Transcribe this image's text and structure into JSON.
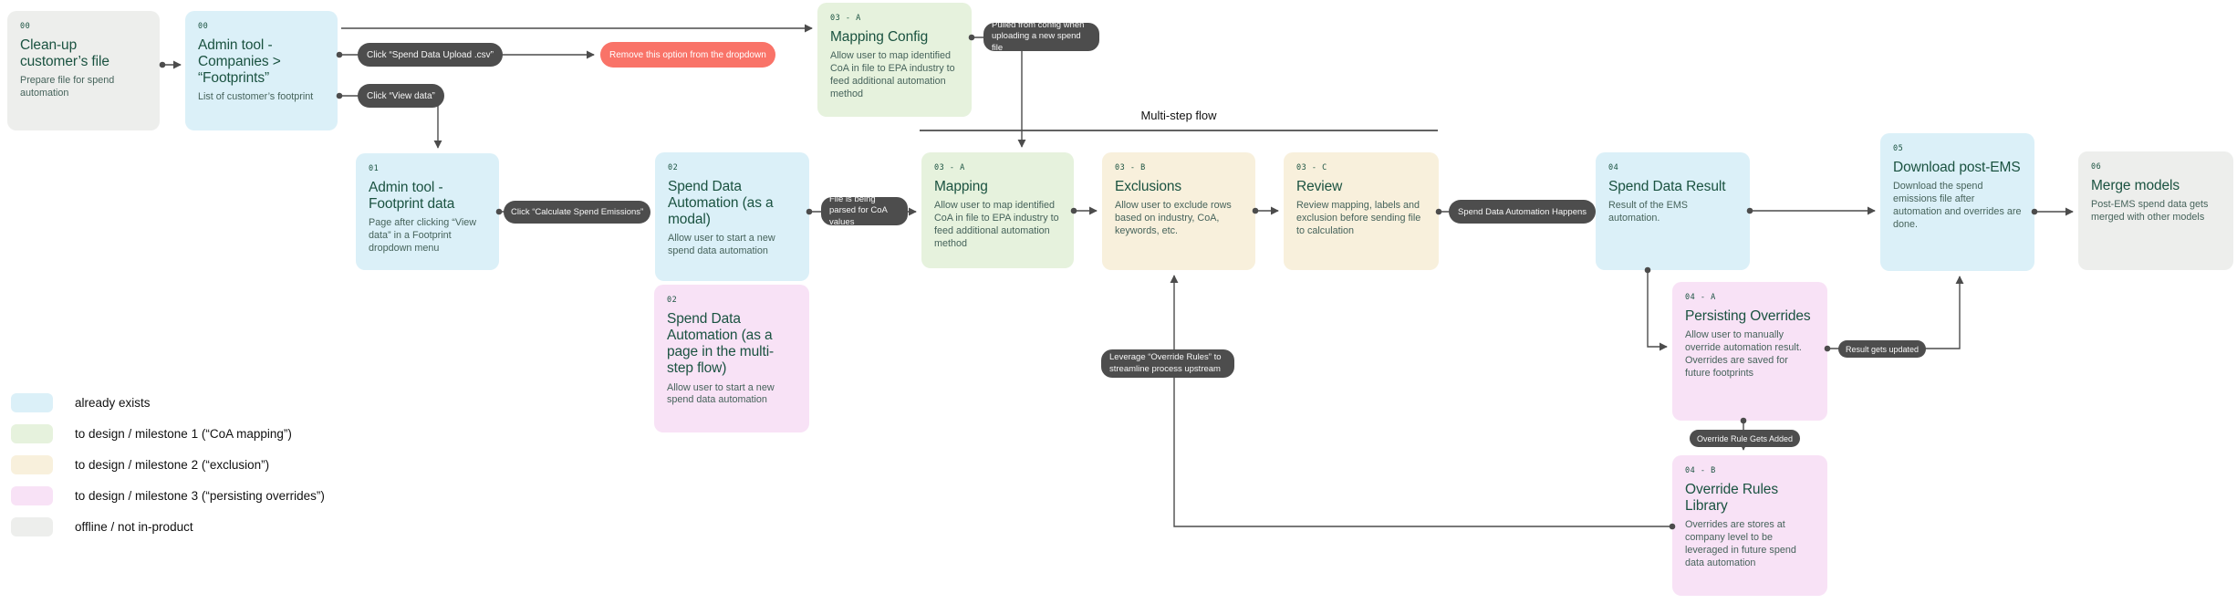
{
  "labels": {
    "multi_step_flow": "Multi-step flow"
  },
  "colors": {
    "already_exists": "#DBF0F8",
    "milestone1": "#E6F2DD",
    "milestone2": "#F8F0DC",
    "milestone3": "#F8E2F6",
    "offline": "#EDEEEC",
    "node_title_text": "#1A5240",
    "node_body_text": "#46635B",
    "pill_bg": "#4D4D4D",
    "pill_danger_bg": "#F97368",
    "connector": "#4C4C4C"
  },
  "nodes": [
    {
      "number": "00",
      "title": "Clean-up customer’s file",
      "description": "Prepare file for spend automation"
    },
    {
      "number": "00",
      "title": "Admin tool - Companies > “Footprints”",
      "description": "List of customer’s footprint"
    },
    {
      "number": "01",
      "title": "Admin tool - Footprint data",
      "description": "Page after clicking “View data” in a Footprint dropdown menu"
    },
    {
      "number": "02",
      "title": "Spend Data Automation (as a modal)",
      "description": "Allow user to start a new spend data automation"
    },
    {
      "number": "02",
      "title": "Spend Data Automation (as a page in the multi-step flow)",
      "description": "Allow user to start a new spend data automation"
    },
    {
      "number": "03 - A",
      "title": "Mapping Config",
      "description": "Allow user to map identified CoA in file to EPA industry to feed additional automation method"
    },
    {
      "number": "03 - A",
      "title": "Mapping",
      "description": "Allow user to map identified CoA in file to EPA industry to feed additional automation method"
    },
    {
      "number": "03 - B",
      "title": "Exclusions",
      "description": "Allow user to exclude rows based on industry, CoA, keywords, etc."
    },
    {
      "number": "03 - C",
      "title": "Review",
      "description": "Review mapping, labels and exclusion before sending file to calculation"
    },
    {
      "number": "04",
      "title": "Spend Data Result",
      "description": "Result of the EMS automation."
    },
    {
      "number": "05",
      "title": "Download post-EMS",
      "description": "Download the spend emissions file after automation and overrides are done."
    },
    {
      "number": "06",
      "title": "Merge models",
      "description": "Post-EMS spend data gets merged with other models"
    },
    {
      "number": "04 - A",
      "title": "Persisting Overrides",
      "description": "Allow user to manually override automation result. Overrides are saved for future footprints"
    },
    {
      "number": "04 - B",
      "title": "Override Rules Library",
      "description": "Overrides are stores at company level to be leveraged in future spend data automation"
    }
  ],
  "pills": [
    {
      "label": "Click “Spend Data Upload .csv”"
    },
    {
      "label": "Click “View data”"
    },
    {
      "label": "Click “Calculate Spend Emissions”"
    },
    {
      "label": "Remove this option from the dropdown"
    },
    {
      "label": "Pulled from config when uploading a new spend file"
    },
    {
      "label": "File is being parsed for CoA values"
    },
    {
      "label": "Spend Data Automation Happens"
    },
    {
      "label": "Result gets updated"
    },
    {
      "label": "Override Rule Gets Added"
    },
    {
      "label": "Leverage “Override Rules” to streamline process upstream"
    }
  ],
  "legend": {
    "items": [
      {
        "color_key": "already_exists",
        "label": "already exists"
      },
      {
        "color_key": "milestone1",
        "label": "to design / milestone 1 (“CoA mapping”)"
      },
      {
        "color_key": "milestone2",
        "label": "to design / milestone 2 (“exclusion”)"
      },
      {
        "color_key": "milestone3",
        "label": "to design / milestone 3 (“persisting overrides”)"
      },
      {
        "color_key": "offline",
        "label": "offline / not in-product"
      }
    ]
  }
}
